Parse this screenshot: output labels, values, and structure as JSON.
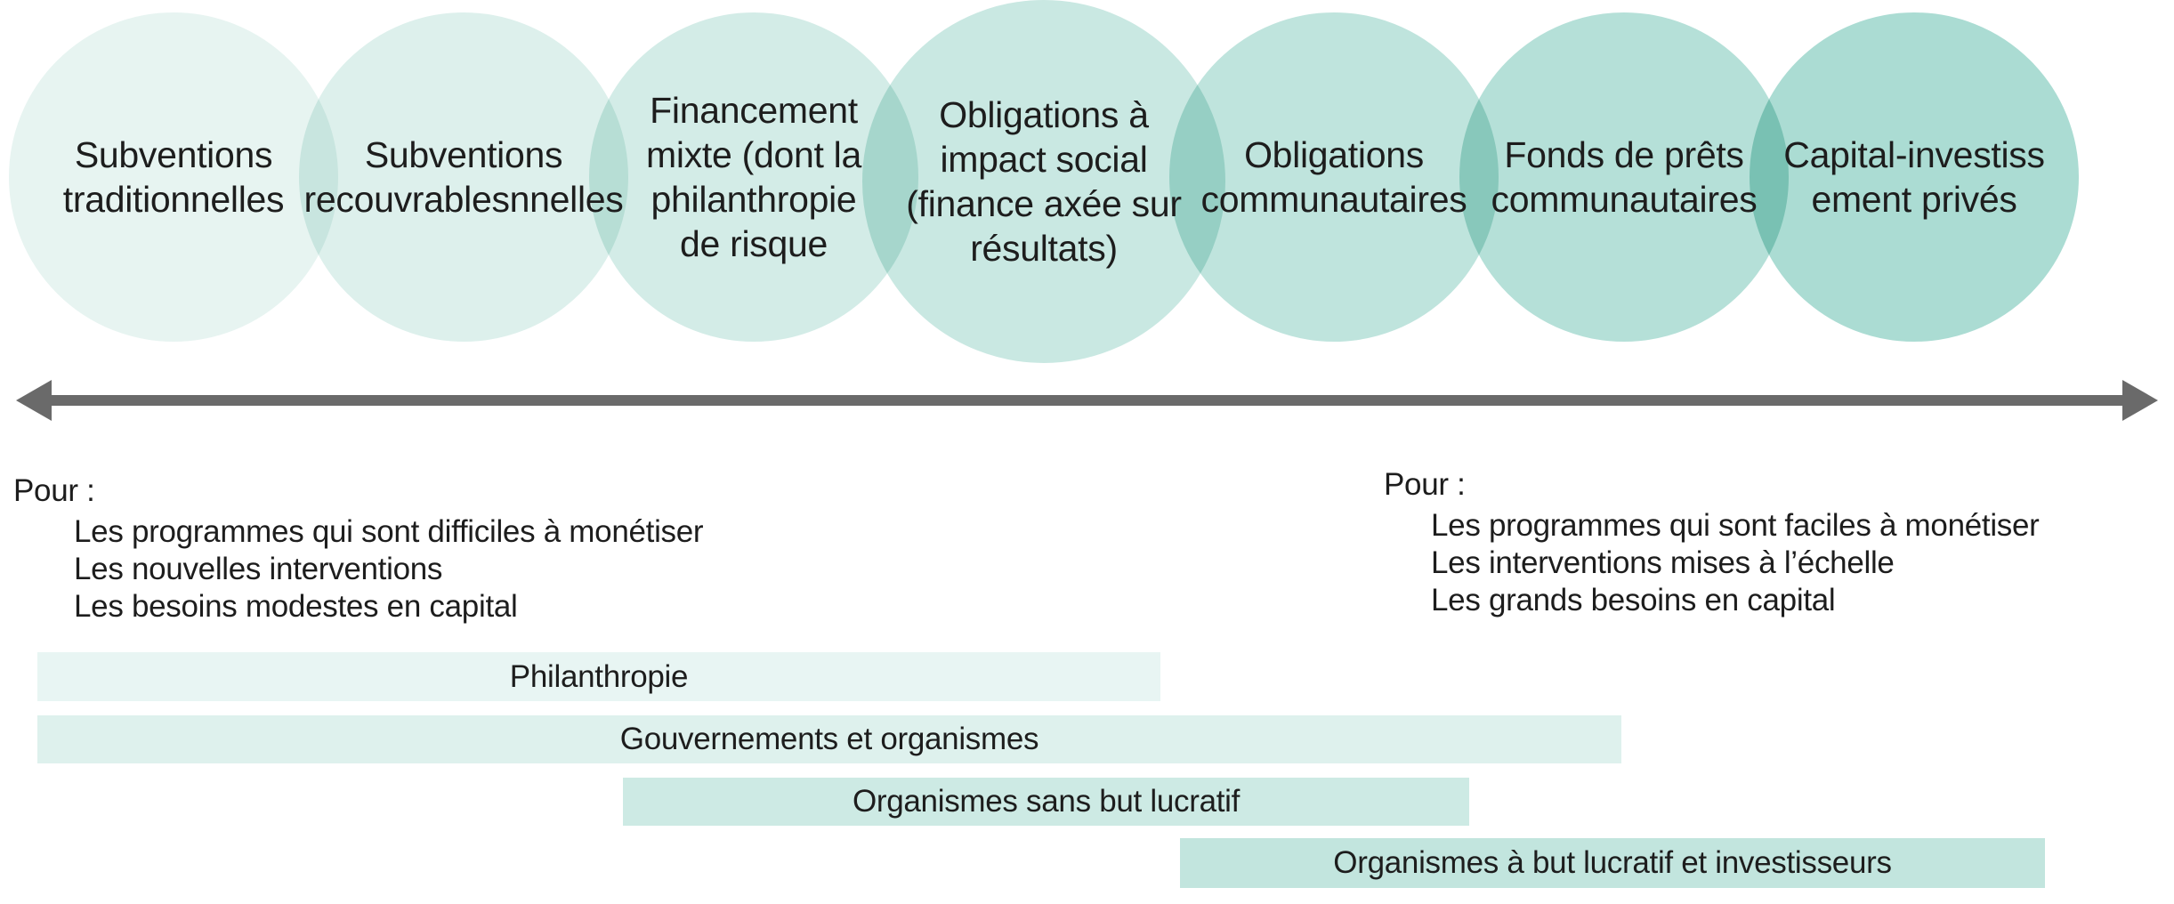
{
  "colors": {
    "text": "#1d1d1d",
    "arrow": "#6a6a6a"
  },
  "circles": [
    {
      "label": "Subventions\ntraditionnelles",
      "color": "#e7f4f1"
    },
    {
      "label": "Subventions\nrecouvrablesnnelles",
      "color": "#ddf0ec"
    },
    {
      "label": "Financement\nmixte (dont la\nphilanthropie\nde risque",
      "color": "#d3ece7"
    },
    {
      "label": "Obligations à\nimpact social\n(finance axée sur\nrésultats)",
      "color": "#c9e8e2"
    },
    {
      "label": "Obligations\ncommunautaires",
      "color": "#bfe4dd"
    },
    {
      "label": "Fonds de prêts\ncommunautaires",
      "color": "#b5e0d8"
    },
    {
      "label": "Capital-investiss\nement privés",
      "color": "#abdcd3"
    }
  ],
  "for_left": {
    "heading": "Pour :",
    "items": [
      "Les programmes qui sont difficiles à monétiser",
      "Les nouvelles interventions",
      "Les besoins modestes en capital"
    ]
  },
  "for_right": {
    "heading": "Pour :",
    "items": [
      "Les programmes qui sont faciles à monétiser",
      "Les interventions mises à l’échelle",
      "Les grands besoins en capital"
    ]
  },
  "bars": [
    {
      "label": "Philanthropie",
      "color": "#e8f5f3"
    },
    {
      "label": "Gouvernements et organismes",
      "color": "#def1ed"
    },
    {
      "label": "Organismes sans but lucratif",
      "color": "#cdeae4"
    },
    {
      "label": "Organismes à but lucratif et investisseurs",
      "color": "#c2e5de"
    }
  ]
}
